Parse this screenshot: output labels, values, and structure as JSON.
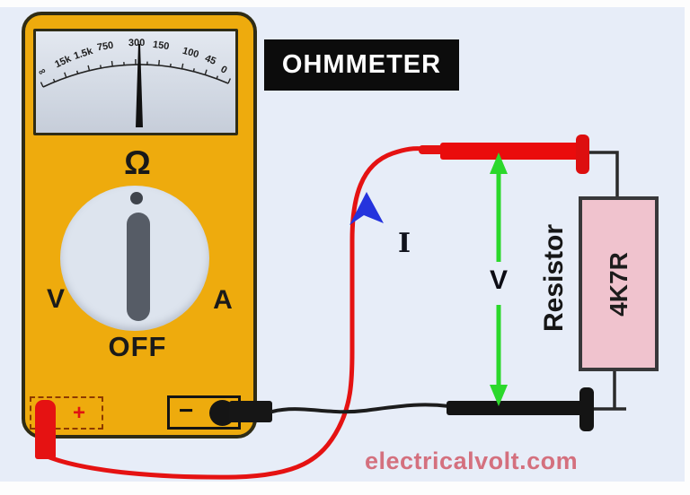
{
  "banner": {
    "label": "OHMMETER"
  },
  "watermark": {
    "text": "electricalvolt.com"
  },
  "meter": {
    "scale_labels": [
      "∞",
      "15k",
      "1.5k",
      "750",
      "300",
      "150",
      "100",
      "45",
      "0"
    ],
    "needle_points_to": "300",
    "dial_symbol": "Ω",
    "volts_label": "V",
    "amps_label": "A",
    "off_label": "OFF",
    "positive_terminal_label": "+",
    "negative_terminal_label": "−"
  },
  "circuit": {
    "current_label": "I",
    "voltage_label": "V",
    "resistor_name": "Resistor",
    "resistor_value": "4K7R"
  },
  "colors": {
    "body_yellow": "#eeab0d",
    "probe_red": "#e51212",
    "probe_black": "#161616",
    "arrow_green": "#2bd82b",
    "arrow_blue": "#2533dd",
    "resistor_pink": "#f0c3ce",
    "background_blue": "#e7edf8",
    "banner_black": "#0c0c0c",
    "watermark_pink": "#d4707e"
  }
}
